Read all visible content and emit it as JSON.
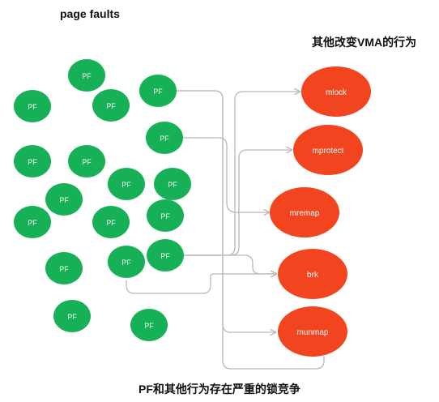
{
  "titles": {
    "left": "page faults",
    "right": "其他改变VMA的行为",
    "bottom": "PF和其他行为存在严重的锁竞争"
  },
  "colors": {
    "pf_fill": "#16b156",
    "vma_fill": "#f2441f",
    "connector": "#b8b8b8",
    "node_text": "#ffffff"
  },
  "pf_nodes": [
    {
      "label": "PF"
    },
    {
      "label": "PF"
    },
    {
      "label": "PF"
    },
    {
      "label": "PF"
    },
    {
      "label": "PF"
    },
    {
      "label": "PF"
    },
    {
      "label": "PF"
    },
    {
      "label": "PF"
    },
    {
      "label": "PF"
    },
    {
      "label": "PF"
    },
    {
      "label": "PF"
    },
    {
      "label": "PF"
    },
    {
      "label": "PF"
    },
    {
      "label": "PF"
    },
    {
      "label": "PF"
    },
    {
      "label": "PF"
    },
    {
      "label": "PF"
    },
    {
      "label": "PF"
    }
  ],
  "vma_ops": [
    {
      "label": "mlock"
    },
    {
      "label": "mprotect"
    },
    {
      "label": "mremap"
    },
    {
      "label": "brk"
    },
    {
      "label": "munmap"
    }
  ]
}
